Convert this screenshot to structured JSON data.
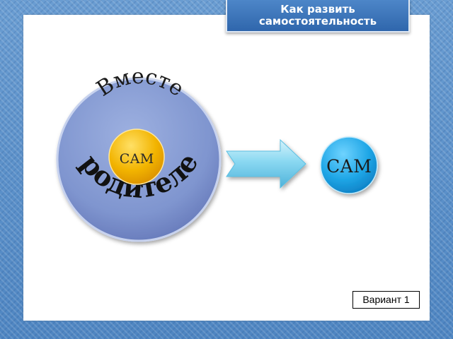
{
  "title": {
    "line1": "Как развить",
    "line2": "самостоятельность"
  },
  "diagram": {
    "outer_top_label": "Вместе",
    "outer_bottom_label": "с родителем",
    "inner_label": "САМ",
    "result_label": "САМ"
  },
  "footer": {
    "variant_label": "Вариант 1"
  },
  "colors": {
    "outer_circle": "#7f95cf",
    "inner_circle": "#f2b400",
    "result_circle": "#1fa6e6",
    "arrow": "#6fcbea",
    "title_bg": "#3a73b8"
  }
}
